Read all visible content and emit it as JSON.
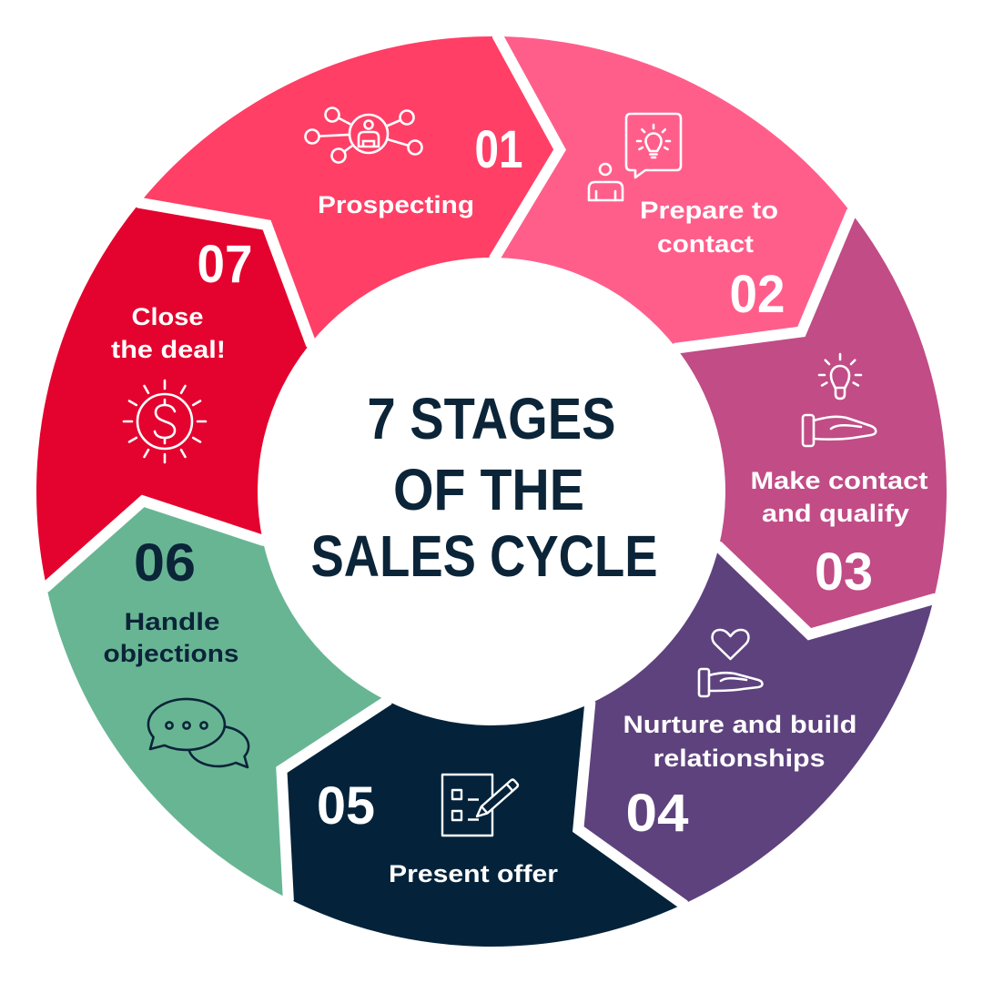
{
  "title": {
    "line1": "7 STAGES",
    "line2": "OF THE",
    "line3": "SALES CYCLE",
    "color": "#0B2438"
  },
  "stages": [
    {
      "number": "01",
      "label": [
        "Prospecting"
      ],
      "color": "#FF3F66",
      "text_color": "#FFFFFF",
      "icon": "network-person-icon"
    },
    {
      "number": "02",
      "label": [
        "Prepare to",
        "contact"
      ],
      "color": "#FF5E8B",
      "text_color": "#FFFFFF",
      "icon": "person-idea-bubble-icon"
    },
    {
      "number": "03",
      "label": [
        "Make contact",
        "and qualify"
      ],
      "color": "#C14C86",
      "text_color": "#FFFFFF",
      "icon": "hand-lightbulb-icon"
    },
    {
      "number": "04",
      "label": [
        "Nurture and build",
        "relationships"
      ],
      "color": "#5E427E",
      "text_color": "#FFFFFF",
      "icon": "hand-heart-icon"
    },
    {
      "number": "05",
      "label": [
        "Present offer"
      ],
      "color": "#04233A",
      "text_color": "#FFFFFF",
      "icon": "checklist-pencil-icon"
    },
    {
      "number": "06",
      "label": [
        "Handle",
        "objections"
      ],
      "color": "#68B594",
      "text_color": "#0B2438",
      "icon": "chat-bubbles-icon"
    },
    {
      "number": "07",
      "label": [
        "Close",
        "the deal!"
      ],
      "color": "#E4032E",
      "text_color": "#FFFFFF",
      "icon": "dollar-sun-icon"
    }
  ]
}
